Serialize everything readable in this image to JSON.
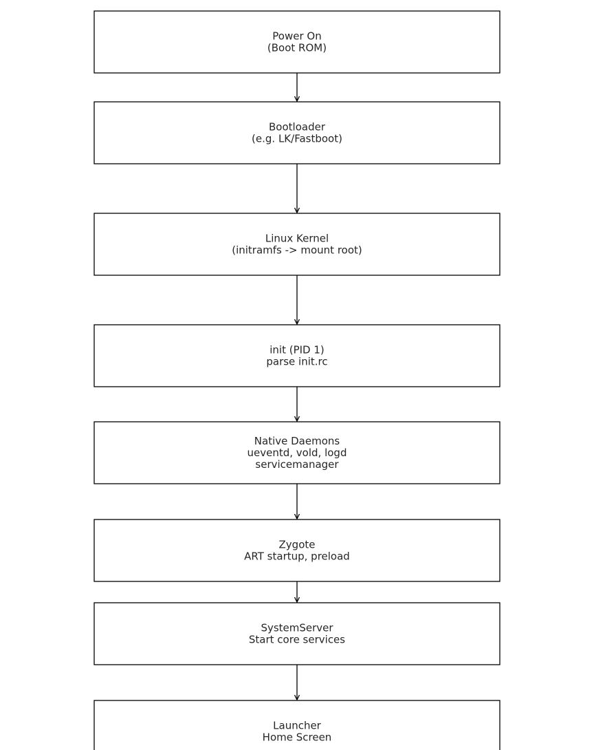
{
  "diagram": {
    "type": "flowchart",
    "direction": "top-to-bottom",
    "colors": {
      "box_stroke": "#000000",
      "box_fill": "#ffffff",
      "text": "#262626",
      "arrow": "#000000"
    },
    "nodes": [
      {
        "id": "power-on",
        "lines": [
          "Power On",
          "(Boot ROM)"
        ]
      },
      {
        "id": "bootloader",
        "lines": [
          "Bootloader",
          "(e.g. LK/Fastboot)"
        ]
      },
      {
        "id": "linux-kernel",
        "lines": [
          "Linux Kernel",
          "(initramfs -> mount root)"
        ]
      },
      {
        "id": "init",
        "lines": [
          "init (PID 1)",
          "parse init.rc"
        ]
      },
      {
        "id": "native-daemons",
        "lines": [
          "Native Daemons",
          "ueventd, vold, logd",
          "servicemanager"
        ]
      },
      {
        "id": "zygote",
        "lines": [
          "Zygote",
          "ART startup, preload"
        ]
      },
      {
        "id": "system-server",
        "lines": [
          "SystemServer",
          "Start core services"
        ]
      },
      {
        "id": "launcher",
        "lines": [
          "Launcher",
          "Home Screen"
        ]
      }
    ],
    "edges": [
      {
        "from": "power-on",
        "to": "bootloader"
      },
      {
        "from": "bootloader",
        "to": "linux-kernel"
      },
      {
        "from": "linux-kernel",
        "to": "init"
      },
      {
        "from": "init",
        "to": "native-daemons"
      },
      {
        "from": "native-daemons",
        "to": "zygote"
      },
      {
        "from": "zygote",
        "to": "system-server"
      },
      {
        "from": "system-server",
        "to": "launcher"
      }
    ]
  }
}
